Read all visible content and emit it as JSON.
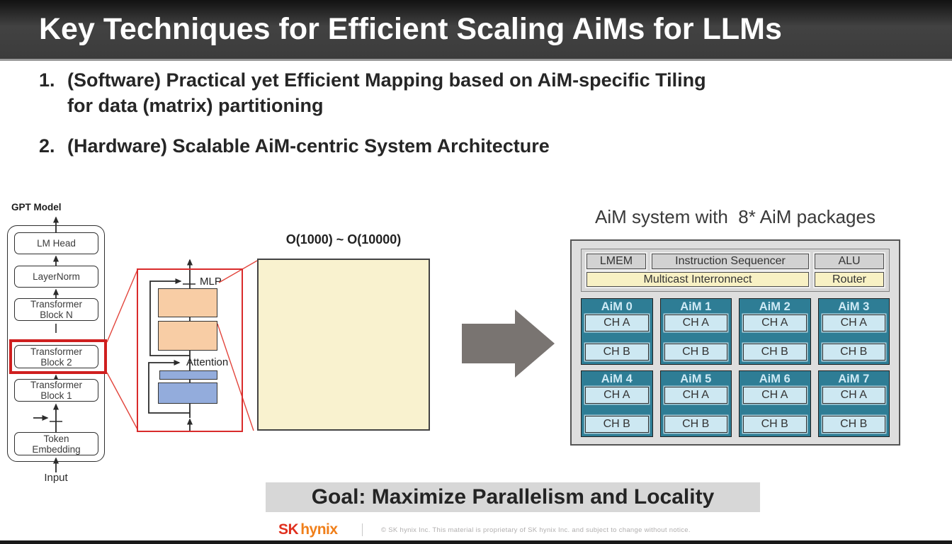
{
  "title": "Key Techniques for Efficient Scaling AiMs for LLMs",
  "points": [
    {
      "num": "1.",
      "lines": [
        "(Software) Practical yet Efficient Mapping based on AiM-specific Tiling",
        "for data (matrix) partitioning"
      ]
    },
    {
      "num": "2.",
      "lines": [
        "(Hardware) Scalable AiM-centric System Architecture"
      ]
    }
  ],
  "gpt": {
    "label": "GPT Model",
    "blocks": [
      "LM Head",
      "LayerNorm",
      "Transformer Block N",
      "Transformer Block 2",
      "Transformer Block 1",
      "Token Embedding"
    ],
    "input_label": "Input"
  },
  "transformer_detail": {
    "mlp_label": "MLP",
    "attention_label": "Attention"
  },
  "matrix": {
    "size_label": "O(1000) ~ O(10000)"
  },
  "aim_system": {
    "title": "AiM system with  8* AiM packages",
    "controller": {
      "lmem": "LMEM",
      "sequencer": "Instruction Sequencer",
      "alu": "ALU",
      "interconnect": "Multicast Interronnect",
      "router": "Router"
    },
    "packages": [
      {
        "name": "AiM 0",
        "ch_a": "CH A",
        "ch_b": "CH B"
      },
      {
        "name": "AiM 1",
        "ch_a": "CH A",
        "ch_b": "CH B"
      },
      {
        "name": "AiM 2",
        "ch_a": "CH A",
        "ch_b": "CH B"
      },
      {
        "name": "AiM 3",
        "ch_a": "CH A",
        "ch_b": "CH B"
      },
      {
        "name": "AiM 4",
        "ch_a": "CH A",
        "ch_b": "CH B"
      },
      {
        "name": "AiM 5",
        "ch_a": "CH A",
        "ch_b": "CH B"
      },
      {
        "name": "AiM 6",
        "ch_a": "CH A",
        "ch_b": "CH B"
      },
      {
        "name": "AiM 7",
        "ch_a": "CH A",
        "ch_b": "CH B"
      }
    ]
  },
  "goal": "Goal: Maximize Parallelism and Locality",
  "footer": {
    "brand_sk": "SK",
    "brand_hynix": "hynix",
    "copyright": "© SK hynix Inc. This material is proprietary of SK hynix Inc. and subject to change without notice."
  },
  "colors": {
    "highlight_red": "#cf1f1f",
    "detail_border_red": "#d92b2b",
    "matrix_fill": "#f9f2cf",
    "mlp_fill": "#f8cda5",
    "attention_fill": "#93acdc",
    "package_teal": "#2e7d95",
    "channel_fill": "#cde8f2",
    "controller_yellow": "#f8f1c4",
    "arrow_gray": "#797471",
    "brand_red": "#e0301e",
    "brand_orange": "#f07f1a"
  }
}
